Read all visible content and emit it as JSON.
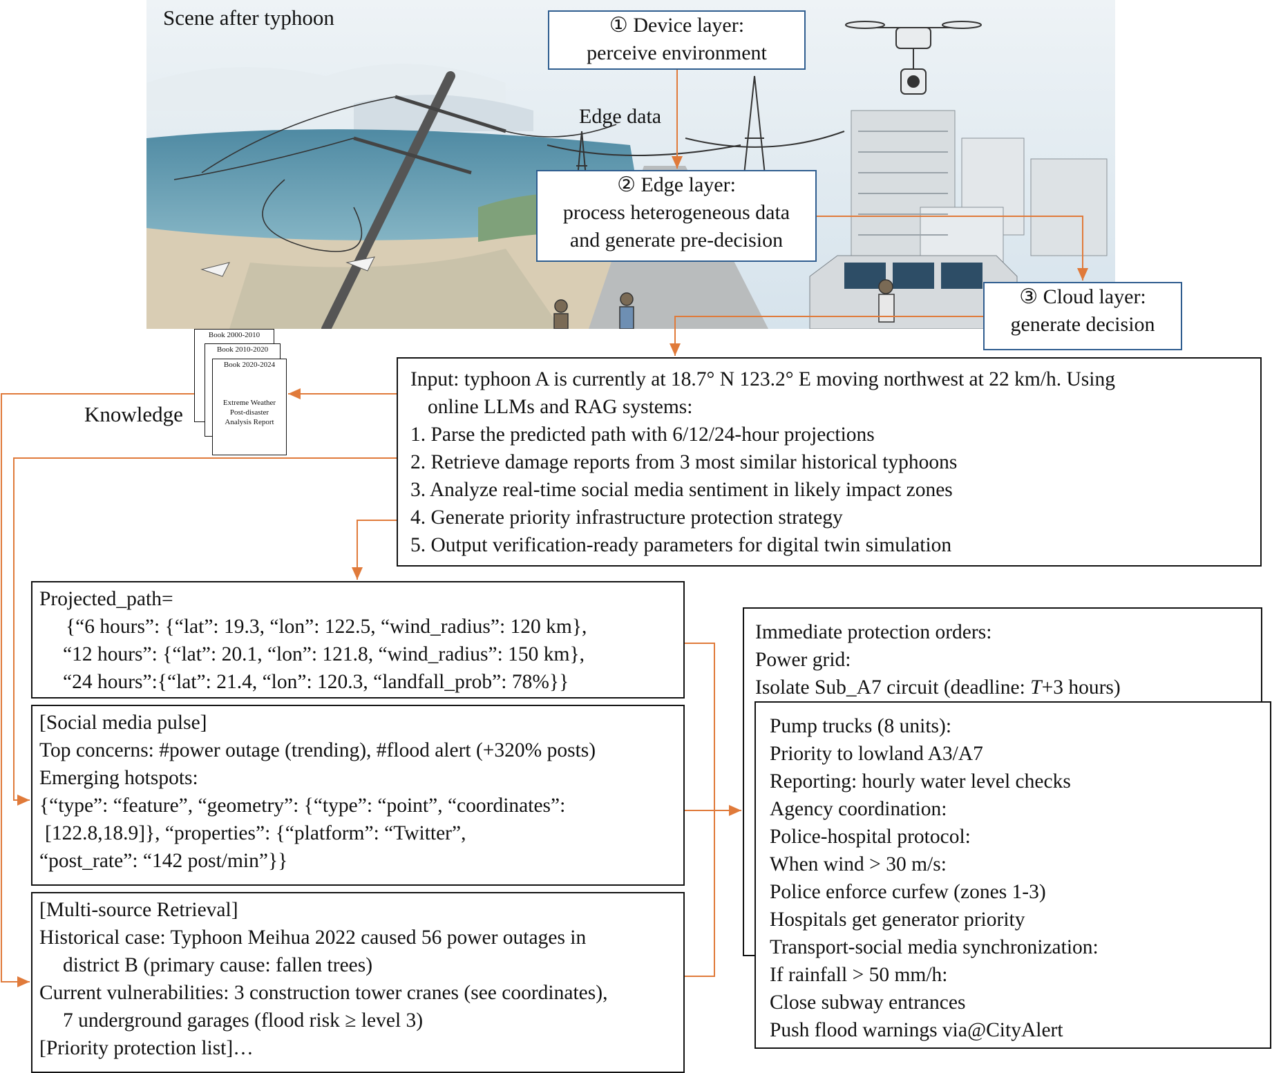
{
  "scene": {
    "caption": "Scene after typhoon",
    "edge_data_label": "Edge data"
  },
  "layers": {
    "device": {
      "line1": "① Device layer:",
      "line2": "perceive environment"
    },
    "edge": {
      "line1": "② Edge layer:",
      "line2": "process heterogeneous data",
      "line3": "and generate pre-decision"
    },
    "cloud": {
      "line1": "③ Cloud layer:",
      "line2": "generate decision"
    }
  },
  "knowledge": {
    "label": "Knowledge",
    "books": [
      "Book 2000-2010",
      "Book 2010-2020",
      "Book 2020-2024"
    ],
    "report_title": [
      "Extreme Weather",
      "Post-disaster",
      "Analysis Report"
    ]
  },
  "input": {
    "lines": [
      "Input: typhoon A is currently at 18.7° N 123.2° E moving northwest at 22 km/h. Using",
      "online LLMs and RAG systems:",
      "1. Parse the predicted path with 6/12/24-hour projections",
      "2. Retrieve damage reports from 3 most similar historical typhoons",
      "3. Analyze real-time social media sentiment in likely impact zones",
      "4. Generate priority infrastructure protection strategy",
      "5. Output verification-ready parameters for digital twin simulation"
    ]
  },
  "projected_path": {
    "lines": [
      "Projected_path=",
      "{“6 hours”: {“lat”: 19.3, “lon”: 122.5, “wind_radius”: 120 km},",
      "“12 hours”: {“lat”: 20.1, “lon”: 121.8, “wind_radius”: 150 km},",
      "“24 hours”:{“lat”: 21.4, “lon”: 120.3, “landfall_prob”: 78%}}"
    ]
  },
  "social": {
    "lines": [
      "[Social media pulse]",
      "Top concerns: #power outage (trending), #flood alert (+320% posts)",
      "Emerging hotspots:",
      "{“type”: “feature”, “geometry”: {“type”: “point”, “coordinates”:",
      "[122.8,18.9]}, “properties”: {“platform”: “Twitter”,",
      "“post_rate”: “142 post/min”}}"
    ]
  },
  "multi": {
    "lines": [
      "[Multi-source Retrieval]",
      "Historical case: Typhoon Meihua 2022 caused 56 power outages in",
      "district B (primary cause: fallen trees)",
      "Current vulnerabilities: 3 construction tower cranes (see coordinates),",
      "7 underground garages (flood risk ≥ level 3)",
      "[Priority protection list]…"
    ]
  },
  "orders": {
    "lines": [
      "Immediate protection orders:",
      "Power grid:"
    ],
    "isolate_prefix": "Isolate Sub_A7 circuit (deadline: ",
    "isolate_var": "T",
    "isolate_suffix": "+3 hours)"
  },
  "pump": {
    "lines": [
      "Pump trucks (8 units):",
      "Priority to lowland A3/A7",
      "Reporting: hourly water level checks",
      "Agency coordination:",
      "Police-hospital protocol:",
      "When wind > 30 m/s:",
      "Police enforce curfew (zones 1-3)",
      "Hospitals get generator priority",
      "Transport-social media synchronization:",
      "If rainfall > 50 mm/h:",
      "Close subway entrances",
      "Push flood warnings via@CityAlert"
    ]
  },
  "colors": {
    "arrow": "#e07a3a",
    "layer_border": "#2f5d8f",
    "sky": "#dfe9f1",
    "sea": "#5f93a9"
  }
}
